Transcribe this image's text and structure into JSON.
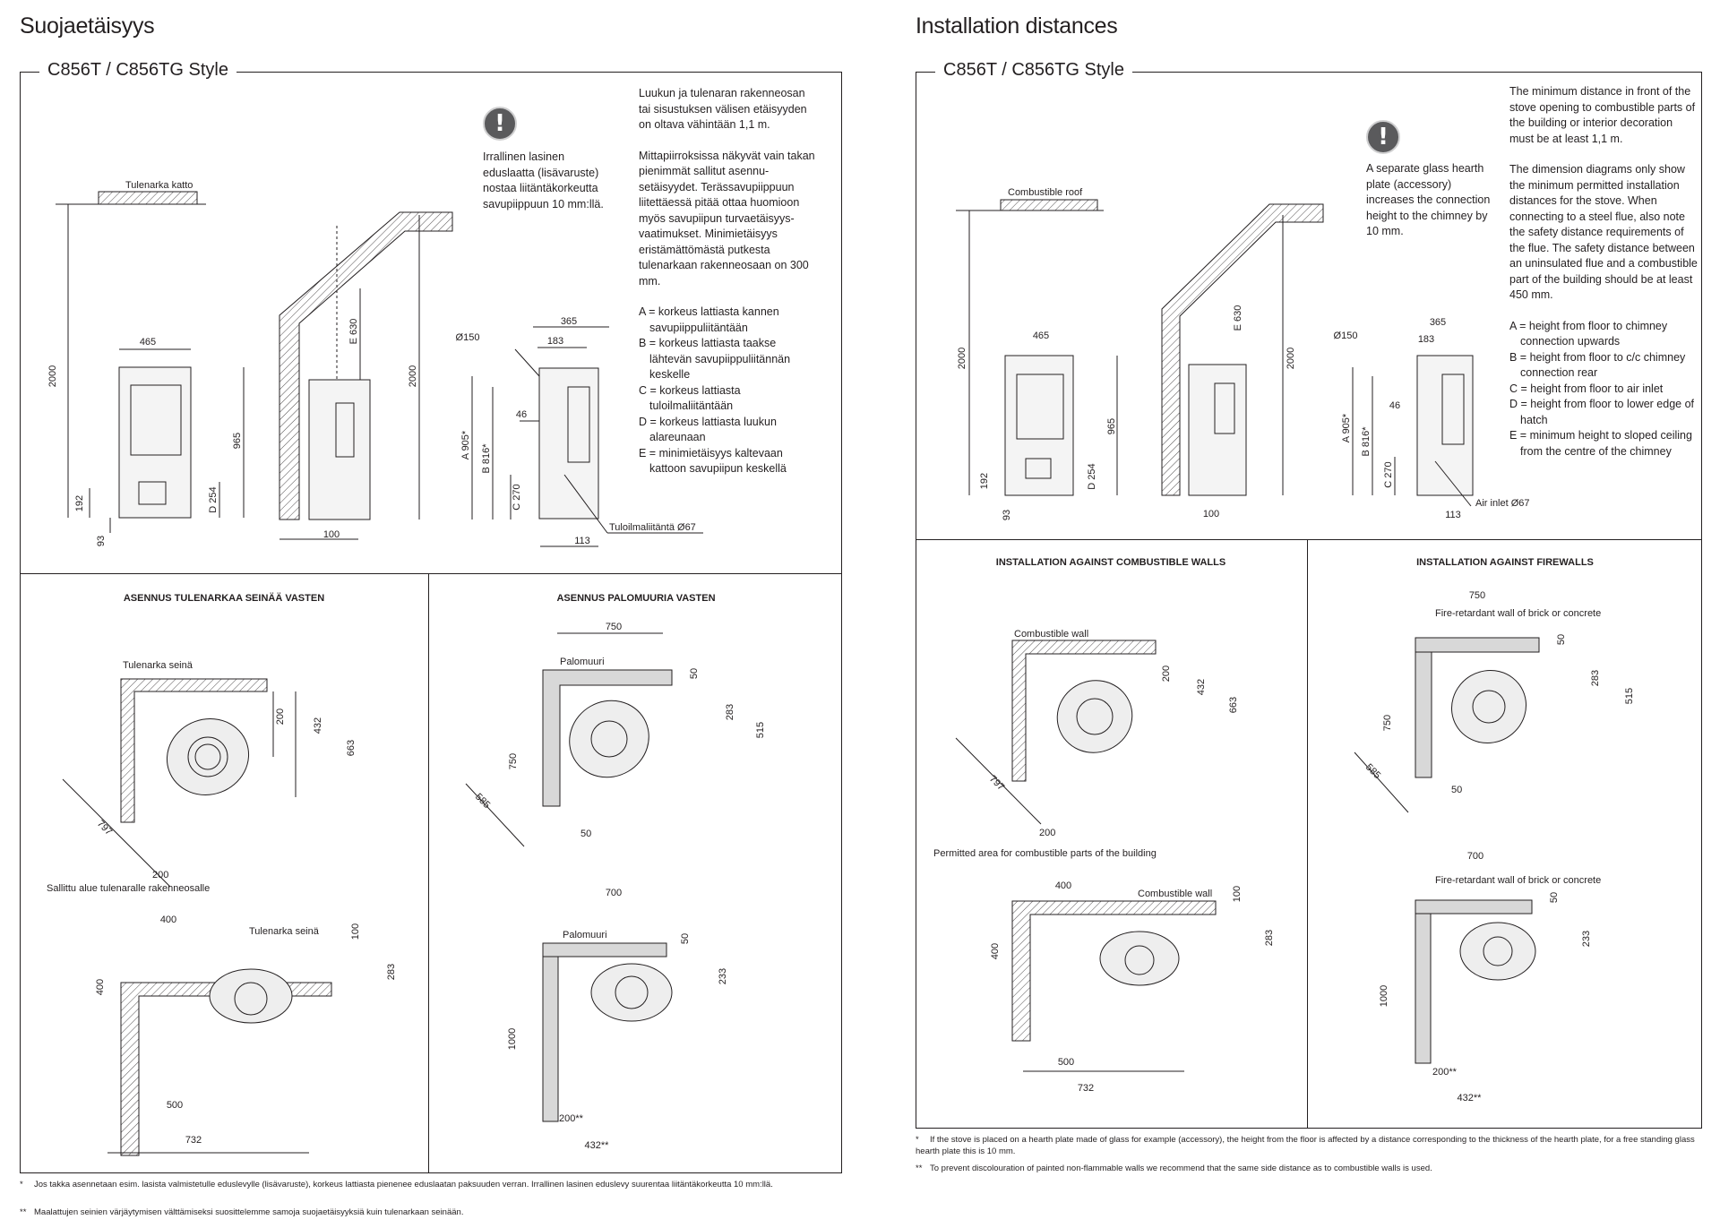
{
  "left": {
    "page_title": "Suojaetäisyys",
    "model": "C856T / C856TG Style",
    "warning_text": "Irrallinen lasinen eduslaatta (lisävaruste) nostaa liitäntäkorkeutta savupiippuun 10 mm:llä.",
    "info_paragraphs": [
      "Luukun ja tulenaran rakenneosan tai sisustuksen välisen etäisyyden on oltava vähintään 1,1 m.",
      "Mittapiirroksissa näkyvät vain takan pienimmät sallitut asennu­setäisyydet. Terässavupiippuun liitettäessä pitää ottaa huomioon myös savupiipun turvaetäisyys­vaatimukset. Minimietäisyys eristämättömästä putkesta tulenarkaan rakenneosaan on 300 mm."
    ],
    "legend": [
      "A = korkeus lattiasta kannen savupiippuliitäntään",
      "B = korkeus lattiasta taakse lähtevän savupiippuliitännän keskelle",
      "C = korkeus lattiasta tuloilmaliitäntään",
      "D = korkeus lattiasta luukun alareunaan",
      "E = minimietäisyys kaltevaan kattoon savupiipun keskellä"
    ],
    "roof_label": "Tulenarka katto",
    "air_inlet_label": "Tuloilmaliitäntä Ø67",
    "section_combustible": "ASENNUS TULENARKAA SEINÄÄ VASTEN",
    "section_firewall": "ASENNUS PALOMUURIA VASTEN",
    "wall_label": "Tulenarka seinä",
    "firewall_label": "Palomuuri",
    "permitted_area_label": "Sallittu alue tulenaralle rakenneosalle",
    "footnotes": [
      {
        "mark": "*",
        "text": "Jos takka asennetaan esim. lasista valmistetulle eduslevylle (lisävaruste), korkeus lattiasta pienenee eduslaatan paksuuden verran. Irrallinen lasinen eduslevy suurentaa liitäntäkorkeutta 10 mm:llä."
      },
      {
        "mark": "**",
        "text": "Maalattujen seinien värjäytymisen välttämiseksi suosittelemme samoja suojaetäisyyksiä kuin tulenarkaan seinään."
      }
    ]
  },
  "right": {
    "page_title": "Installation distances",
    "model": "C856T / C856TG Style",
    "warning_text": "A separate glass hearth plate (accessory) increases the connection height to the chimney by 10 mm.",
    "info_paragraphs": [
      "The minimum distance in front of the stove opening to combustible parts of the building or interior decoration must be at least 1,1 m.",
      "The dimension diagrams only show the minimum permitted installation distances for the stove. When connecting to a steel flue, also note the safety distance requirements of the flue. The safety distance between an un­insulated flue and a combustible part of the building should be at least 450 mm."
    ],
    "legend": [
      "A = height from floor to chimney connection upwards",
      "B = height from floor to c/c chimney connection rear",
      "C = height from floor to air inlet",
      "D = height from floor to lower edge of hatch",
      "E = minimum height to sloped ceiling from the centre of the chimney"
    ],
    "roof_label": "Combustible roof",
    "air_inlet_label": "Air inlet Ø67",
    "section_combustible": "INSTALLATION AGAINST COMBUSTIBLE WALLS",
    "section_firewall": "INSTALLATION AGAINST FIREWALLS",
    "wall_label": "Combustible wall",
    "firewall_label": "Fire-retardant wall of brick or concrete",
    "permitted_area_label": "Permitted area for combustible parts of the building",
    "footnotes": [
      {
        "mark": "*",
        "text": "If the stove is placed on a hearth plate made of glass for example (accessory), the height from the floor is affected by a distance corresponding to the thickness of the hearth plate, for a free standing glass hearth plate this is 10 mm."
      },
      {
        "mark": "**",
        "text": "To prevent discolouration of painted non-flammable walls we recommend that the same side distance as to combustible walls is used."
      }
    ]
  },
  "dims": {
    "width": "465",
    "depth": "365",
    "flue_offset": "183",
    "flue_dia": "Ø150",
    "h_total": "2000",
    "h_door": "965",
    "d_254": "D 254",
    "h_192": "192",
    "h_93": "93",
    "e_630": "E 630",
    "a_905": "A 905*",
    "b_816": "B 816*",
    "c_270": "C 270",
    "d_46": "46",
    "d_100": "100",
    "d_113": "113",
    "corner": {
      "d200": "200",
      "d432": "432",
      "d663": "663",
      "d797": "797",
      "d200b": "200"
    },
    "firewall_corner": {
      "d750": "750",
      "d50": "50",
      "d283": "283",
      "d515": "515",
      "d750v": "750",
      "d585": "585",
      "d50b": "50"
    },
    "parallel": {
      "d400": "400",
      "d400v": "400",
      "d100": "100",
      "d283": "283",
      "d500": "500",
      "d732": "732"
    },
    "firewall_parallel": {
      "d700": "700",
      "d50": "50",
      "d233": "233",
      "d1000": "1000",
      "d200s": "200**",
      "d432s": "432**"
    }
  }
}
